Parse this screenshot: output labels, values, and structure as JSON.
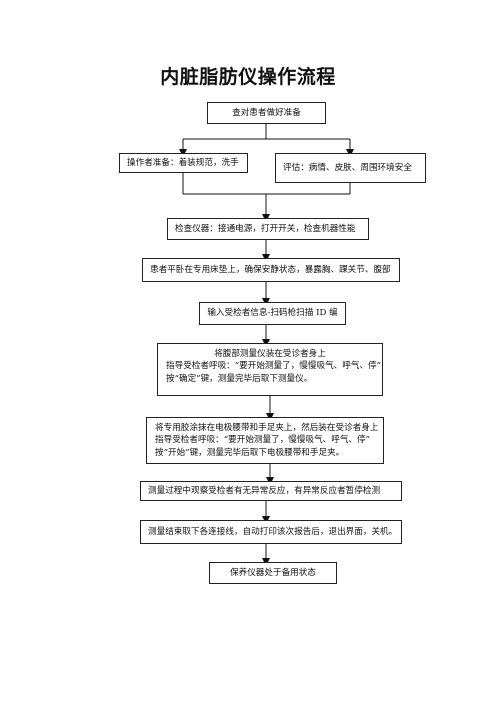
{
  "title": "内脏脂肪仪操作流程",
  "steps": {
    "s1": "查对患者做好准备",
    "s2a": "操作者准备：着装规范，洗手",
    "s2b": "评估：病情、皮肤、周围环境安全",
    "s3": "检查仪器：接通电源，打开开关，检查机器性能",
    "s4": "患者平卧在专用床垫上，确保安静状态，暴露胸、踝关节、腹部",
    "s5": "输入受检者信息-扫码枪扫描 ID 编",
    "s6": [
      "将腹部测量仪装在受诊者身上",
      "指导受检者呼吸：“要开始测量了，慢慢吸气、呼气、停”",
      "按“确定”键，测量完毕后取下测量仪。"
    ],
    "s7": [
      "将专用胶涂抹在电极腰带和手足夹上，然后装在受诊者身上",
      "指导受检者呼吸：“要开始测量了，慢慢吸气、呼气、停”",
      "按“开始”键，测量完毕后取下电极腰带和手足夹。"
    ],
    "s8": "测量过程中观察受检者有无异常反应，有异常反应者暂停检测",
    "s9": "测量结束取下各连接线，自动打印该次报告后，退出界面，关机。",
    "s10": "保养仪器处于备用状态"
  }
}
